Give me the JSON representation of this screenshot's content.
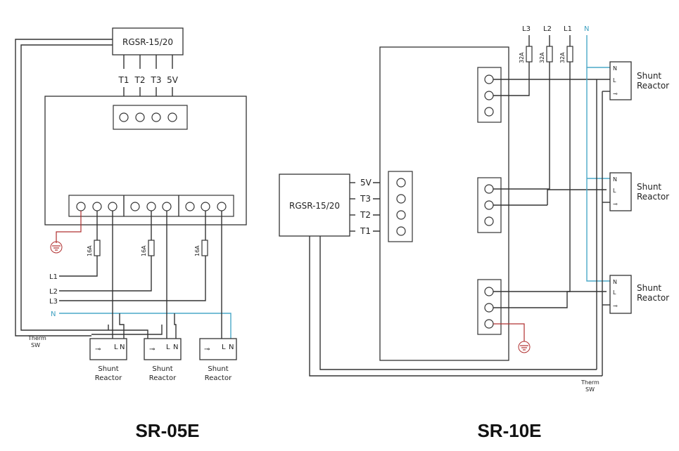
{
  "left": {
    "controller": "RGSR-15/20",
    "outputs": [
      "T1",
      "T2",
      "T3",
      "5V"
    ],
    "fuse_rating": "16A",
    "lines": [
      "L1",
      "L2",
      "L3"
    ],
    "neutral": "N",
    "therm_line1": "Therm",
    "therm_line2": "SW",
    "reactor_line1": "Shunt",
    "reactor_line2": "Reactor",
    "reactor_L": "L",
    "reactor_N": "N",
    "caption": "SR-05E"
  },
  "right": {
    "controller": "RGSR-15/20",
    "inputs": [
      "5V",
      "T3",
      "T2",
      "T1"
    ],
    "fuse_rating": "32A",
    "lines": [
      "L3",
      "L2",
      "L1"
    ],
    "neutral": "N",
    "therm_line1": "Therm",
    "therm_line2": "SW",
    "reactor_line1": "Shunt",
    "reactor_line2": "Reactor",
    "reactor_N": "N",
    "reactor_L": "L",
    "caption": "SR-10E"
  }
}
